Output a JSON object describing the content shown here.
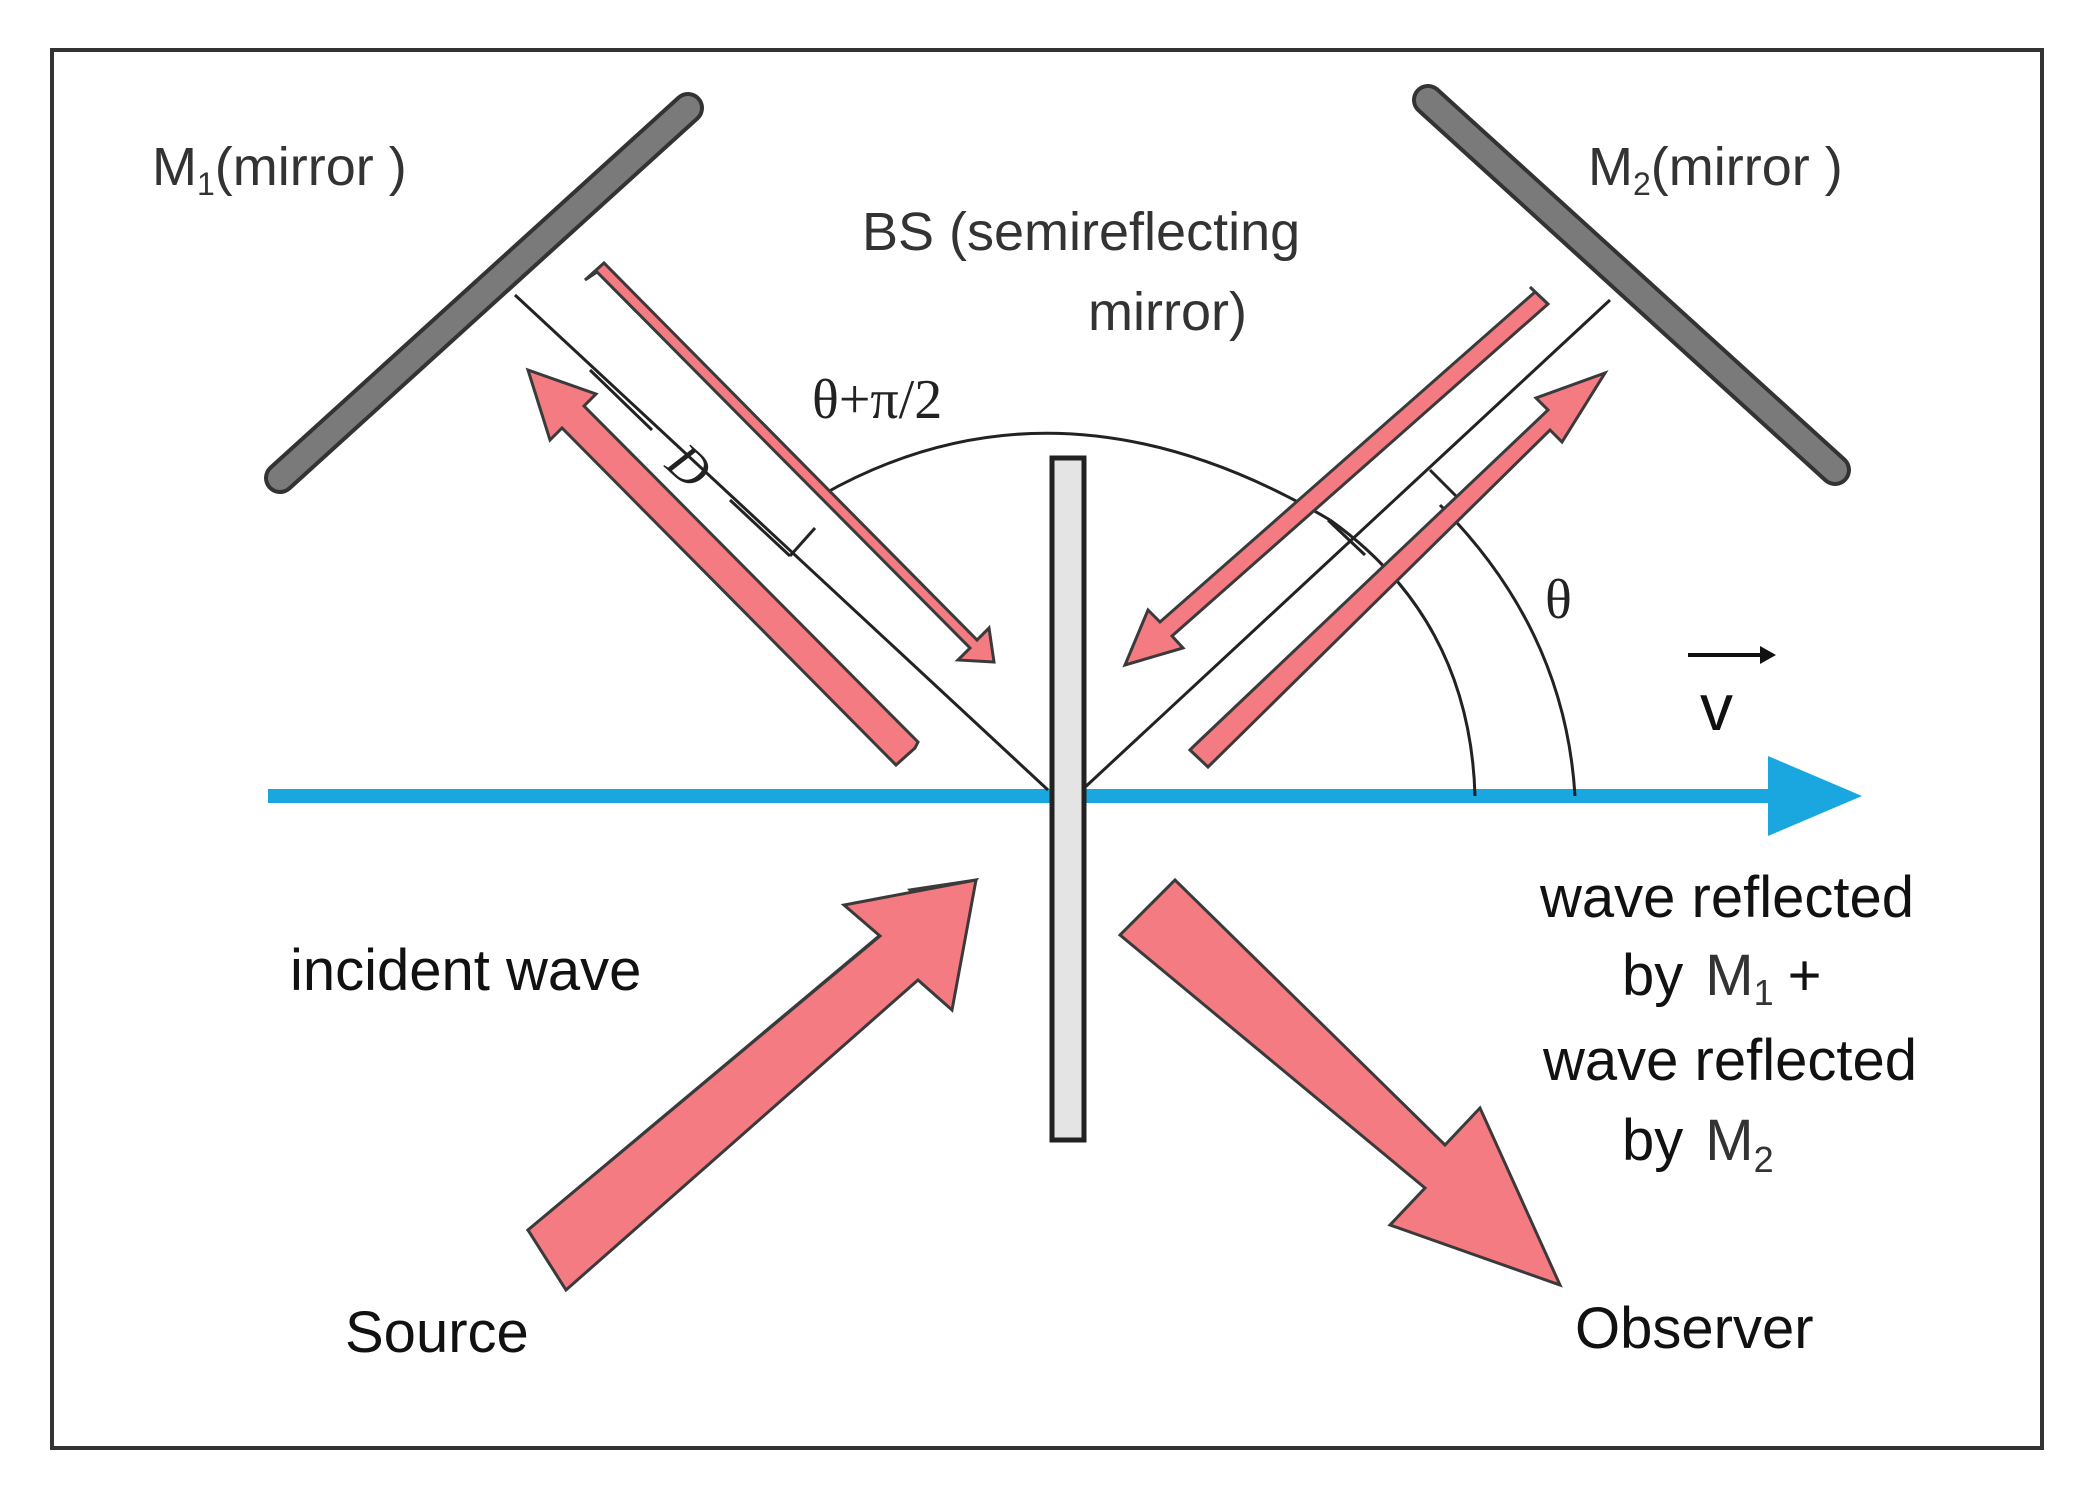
{
  "labels": {
    "m1_symbol": "M",
    "m1_sub": "1",
    "m1_text": "(mirror )",
    "m2_symbol": "M",
    "m2_sub": "2",
    "m2_text": "(mirror )",
    "bs_line1": "BS (semireflecting",
    "bs_line2": "mirror)",
    "angle_outer": "θ+π/2",
    "angle_inner": "θ",
    "distance": "D",
    "velocity": "v",
    "incident": "incident wave",
    "reflected_line1": "wave reflected",
    "reflected_line2_prefix": "by",
    "reflected_line2_symbol": "M",
    "reflected_line2_sub": "1",
    "reflected_line2_suffix": "+",
    "reflected_line3": "wave reflected",
    "reflected_line4_prefix": "by",
    "reflected_line4_symbol": "M",
    "reflected_line4_sub": "2",
    "source": "Source",
    "observer": "Observer"
  },
  "colors": {
    "arrow_fill": "#f47b82",
    "arrow_stroke": "#3a3a3a",
    "velocity_axis": "#1aa7e0",
    "mirror_fill": "#777777",
    "splitter_fill": "#e4e4e4",
    "frame": "#333333"
  }
}
